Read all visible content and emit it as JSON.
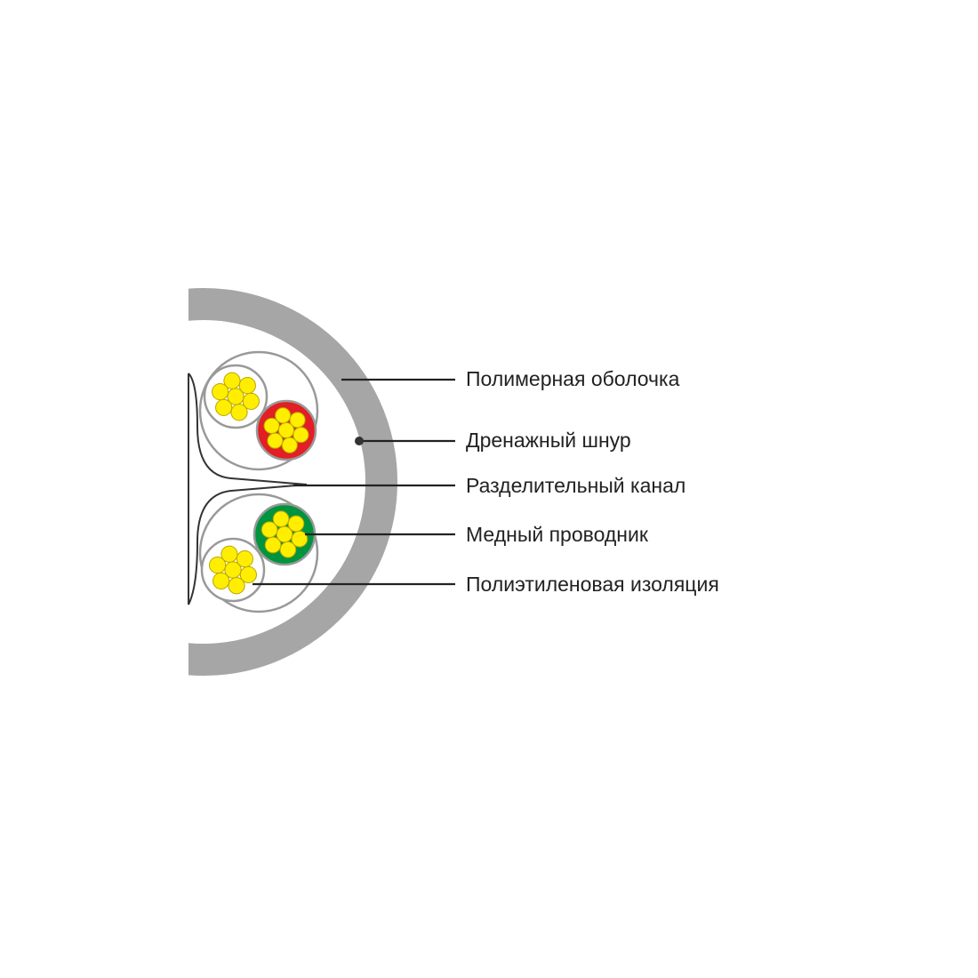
{
  "labels": [
    "Полимерная оболочка",
    "Дренажный шнур",
    "Разделительный канал",
    "Медный проводник",
    "Полиэтиленовая изоляция"
  ],
  "colors": {
    "sheath": "#a6a6a6",
    "red_insulation": "#e31e24",
    "green_insulation": "#00943e",
    "copper": "#ffee00",
    "outline": "#999999"
  }
}
